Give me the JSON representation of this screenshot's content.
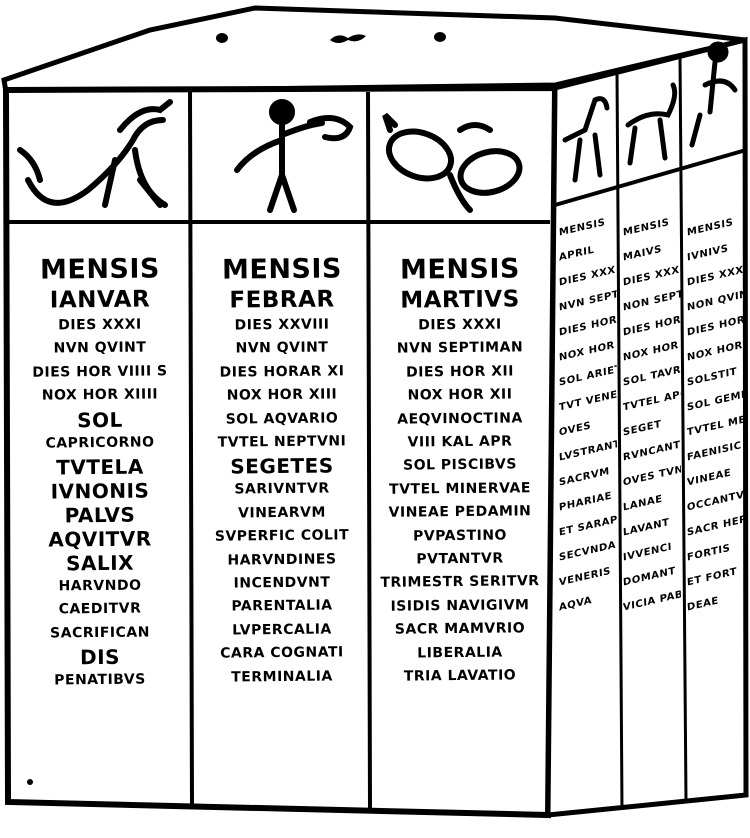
{
  "columns": [
    {
      "lines": [
        "MENSIS",
        "IANVAR",
        "DIES XXXI",
        "NVN QVINT",
        "DIES HOR VIIII S",
        "NOX HOR XIIII",
        "SOL",
        "CAPRICORNO",
        "TVTELA",
        "IVNONIS",
        "PALVS",
        "AQVITVR",
        "SALIX",
        "HARVNDO",
        "CAEDITVR",
        "SACRIFICAN",
        "DIS",
        "PENATIBVS"
      ]
    },
    {
      "lines": [
        "MENSIS",
        "FEBRAR",
        "DIES XXVIII",
        "NVN QVINT",
        "DIES HORAR XI",
        "NOX HOR XIII",
        "SOL AQVARIO",
        "TVTEL NEPTVNI",
        "SEGETES",
        "SARIVNTVR",
        "VINEARVM",
        "SVPERFIC COLIT",
        "HARVNDINES",
        "INCENDVNT",
        "PARENTALIA",
        "LVPERCALIA",
        "CARA COGNATI",
        "TERMINALIA"
      ]
    },
    {
      "lines": [
        "MENSIS",
        "MARTIVS",
        "DIES XXXI",
        "NVN SEPTIMAN",
        "DIES HOR XII",
        "NOX HOR XII",
        "AEQVINOCTINA",
        "VIII KAL APR",
        "SOL PISCIBVS",
        "TVTEL MINERVAE",
        "VINEAE PEDAMIN",
        "PVPASTINO",
        "PVTANTVR",
        "TRIMESTR SERITVR",
        "ISIDIS NAVIGIVM",
        "SACR MAMVRIO",
        "LIBERALIA",
        "TRIA LAVATIO"
      ]
    }
  ],
  "side_columns": [
    {
      "lines": [
        "MENSIS",
        "APRIL",
        "DIES XXX",
        "NVN SEPT",
        "DIES HOR XIIS",
        "NOX HOR XIS",
        "SOL ARIETE",
        "TVT VENERIS",
        "OVES",
        "LVSTRANTVR",
        "SACRVM",
        "PHARIAE",
        "ET SARAPIA",
        "SECVNDA",
        "VENERIS",
        "AQVA"
      ]
    },
    {
      "lines": [
        "MENSIS",
        "MAIVS",
        "DIES XXXI",
        "NON SEPT",
        "DIES HOR XIIII",
        "NOX HOR X",
        "SOL TAVRO",
        "TVTEL APOLL",
        "SEGET",
        "RVNCANT",
        "OVES TVND",
        "LANAE",
        "LAVANT",
        "IVVENCI",
        "DOMANT",
        "VICIA PABVL"
      ]
    },
    {
      "lines": [
        "MENSIS",
        "IVNIVS",
        "DIES XXX",
        "NON QVINT",
        "DIES HOR XV",
        "NOX HOR VIIII",
        "SOLSTIT",
        "SOL GEMIN",
        "TVTEL MERC",
        "FAENISIC",
        "VINEAE",
        "OCCANTVR",
        "SACR HERC",
        "FORTIS",
        "ET FORT",
        "DEAE"
      ]
    }
  ]
}
